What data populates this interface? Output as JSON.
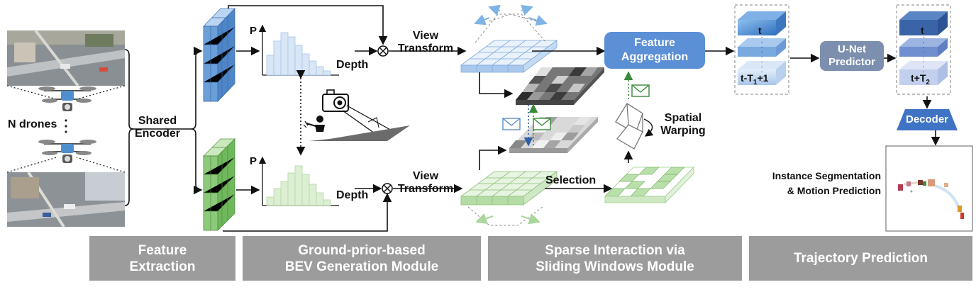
{
  "labels": {
    "n_drones": "N drones",
    "shared_encoder": [
      "Shared",
      "Encoder"
    ],
    "p_axis_top": "P",
    "p_axis_bottom": "P",
    "depth_top": "Depth",
    "depth_bottom": "Depth",
    "view_transform_top": [
      "View",
      "Transform"
    ],
    "view_transform_bottom": [
      "View",
      "Transform"
    ],
    "feature_aggregation": [
      "Feature",
      "Aggregation"
    ],
    "spatial_warping": [
      "Spatial",
      "Warping"
    ],
    "selection": "Selection",
    "unet_predictor": [
      "U-Net",
      "Predictor"
    ],
    "decoder": "Decoder",
    "time_top_left": "t",
    "time_bottom_left": "t-T",
    "time_bottom_left_sub": "1",
    "time_bottom_left_suffix": "+1",
    "time_top_right": "t",
    "time_bottom_right": "t+T",
    "time_bottom_right_sub": "2",
    "instance_segmentation": [
      "Instance Segmentation",
      "& Motion Prediction"
    ]
  },
  "stages": [
    {
      "line1": "Feature",
      "line2": "Extraction"
    },
    {
      "line1": "Ground-prior-based",
      "line2": "BEV Generation Module"
    },
    {
      "line1": "Sparse Interaction via",
      "line2": "Sliding Windows Module"
    },
    {
      "line1": "Trajectory Prediction",
      "line2": ""
    }
  ],
  "colors": {
    "blue_feature": "#6a9fd8",
    "green_feature": "#8cc97a",
    "light_blue": "#cfe0f4",
    "light_green": "#d8efcf",
    "feature_aggregation": "#5b8fd6",
    "unet": "#7c8fae",
    "decoder": "#3f74c4",
    "stage_bar": "#9c9c9c",
    "message_green": "#3a8a3a"
  }
}
